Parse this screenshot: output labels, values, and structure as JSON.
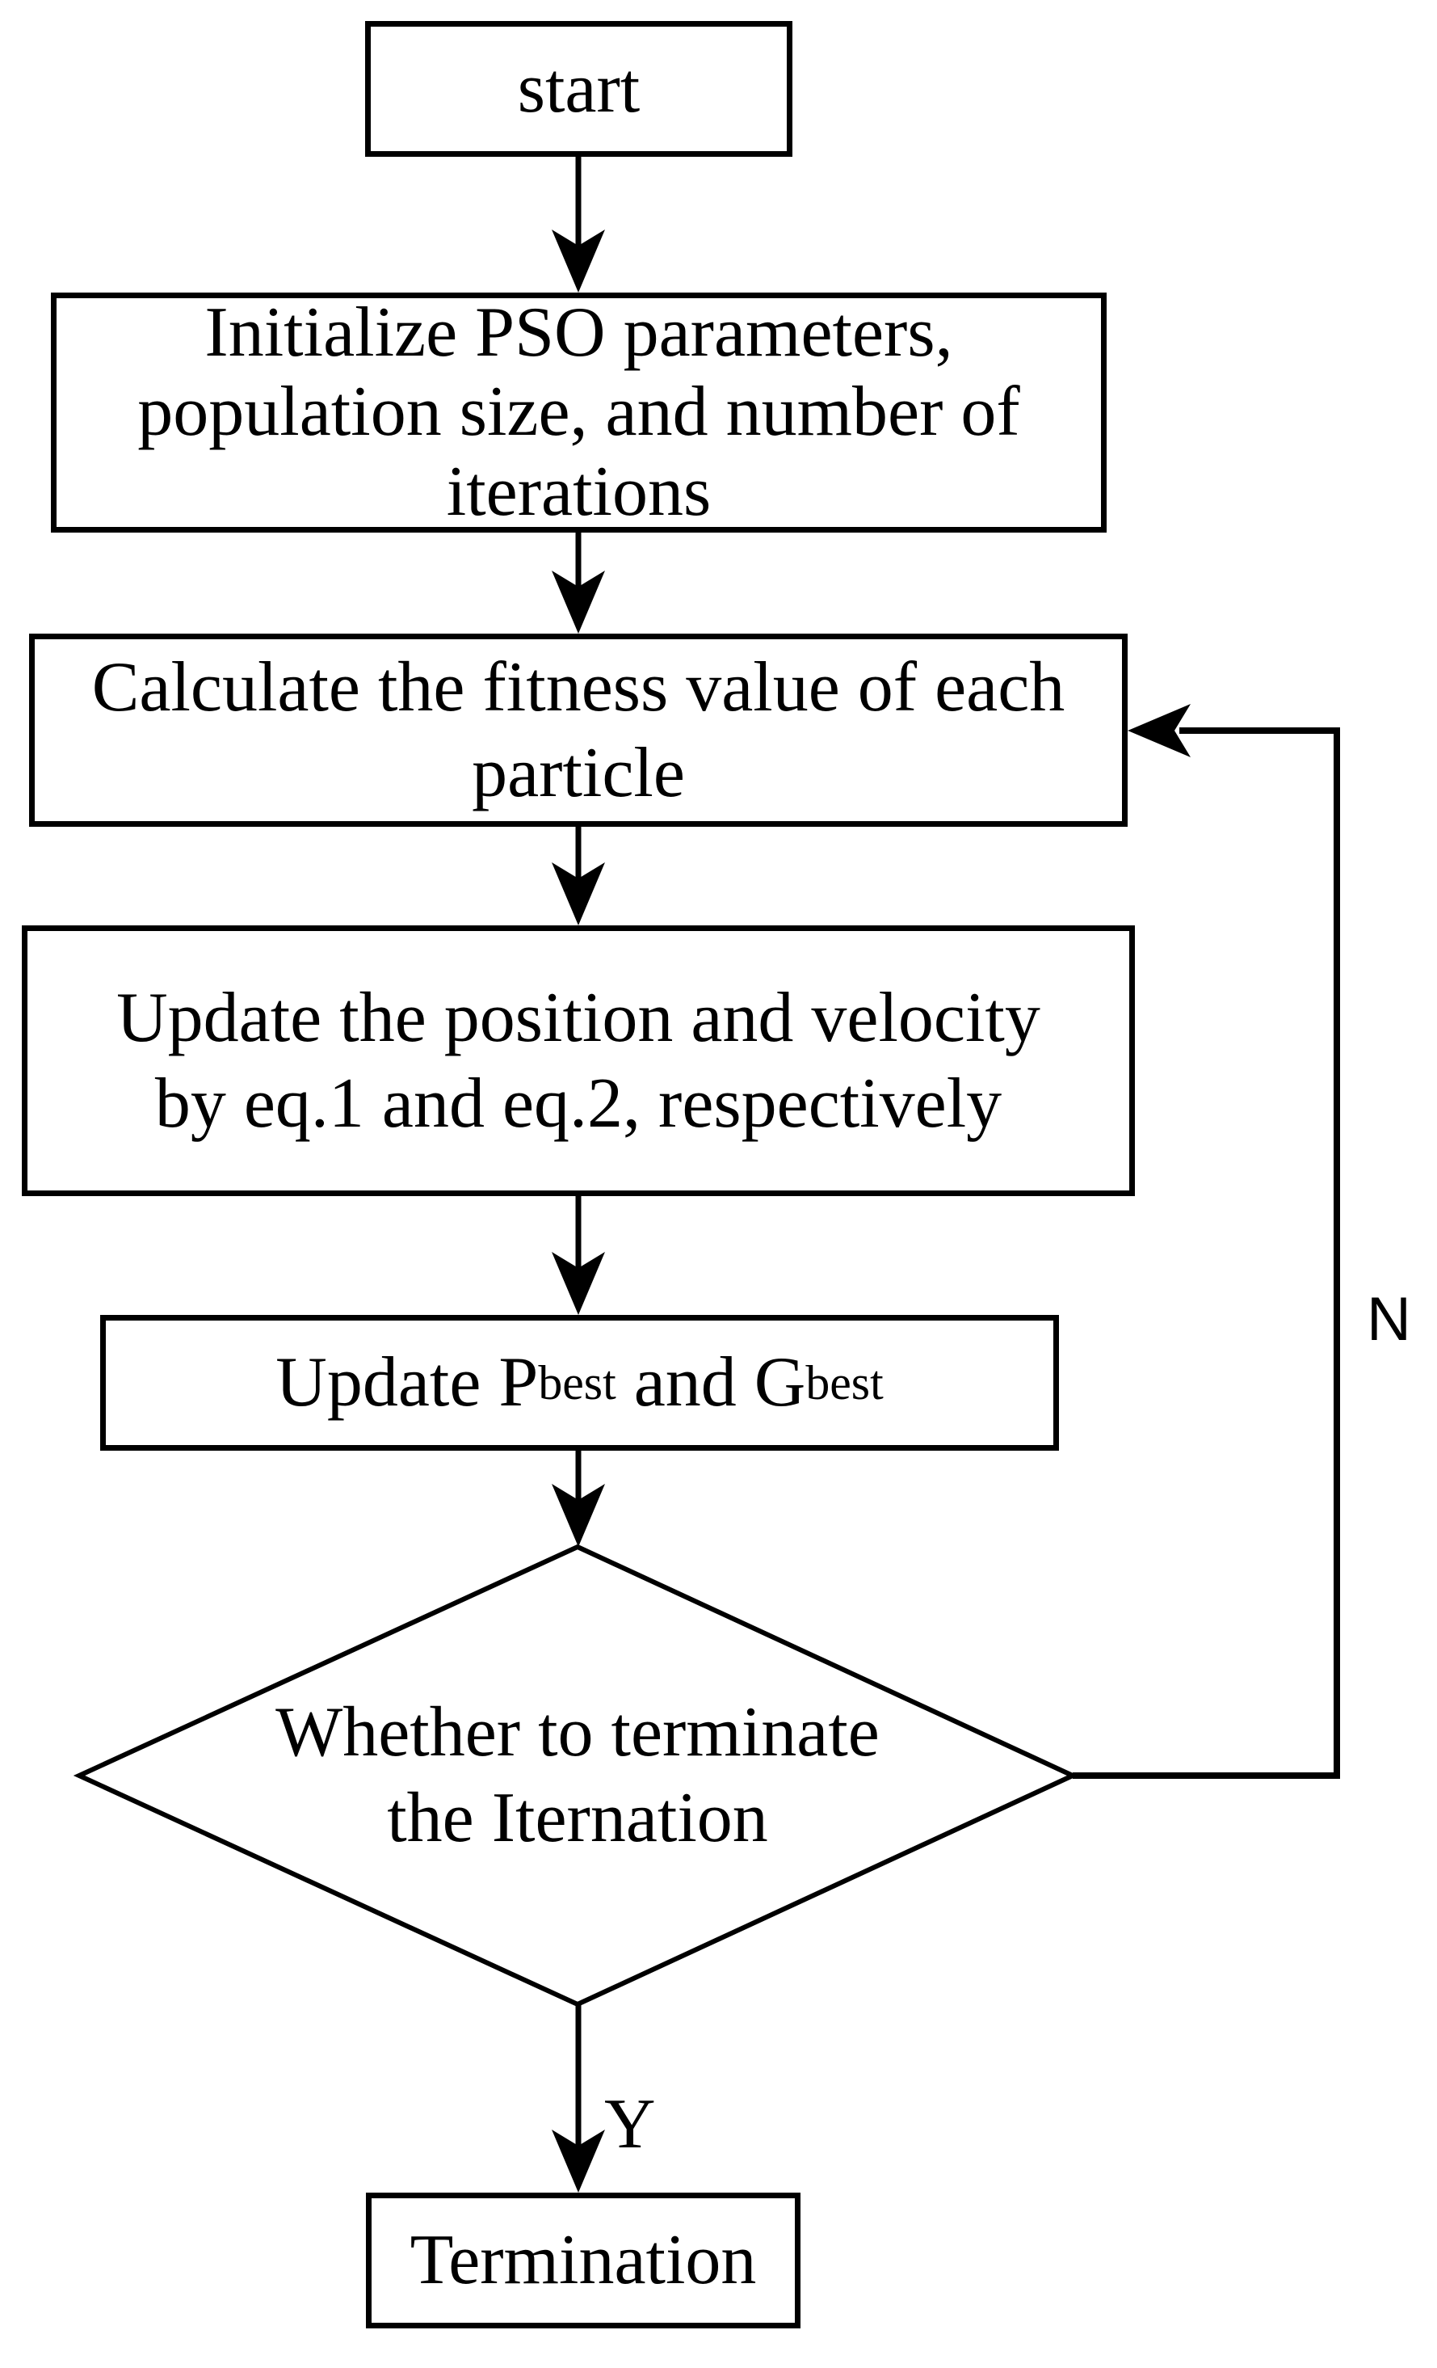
{
  "page": {
    "background_color": "#ffffff",
    "ink_color": "#000000"
  },
  "flowchart": {
    "nodes": {
      "start": {
        "label": "start"
      },
      "initialize": {
        "lines": [
          "Initialize PSO parameters,",
          "population size, and number of",
          "iterations"
        ]
      },
      "calculate": {
        "lines": [
          "Calculate the fitness value of each",
          "particle"
        ]
      },
      "update_motion": {
        "lines": [
          "Update the position and velocity",
          "by eq.1 and eq.2, respectively"
        ]
      },
      "update_best": {
        "prefix": "Update P",
        "sub1": "best",
        "middle": " and G",
        "sub2": "best"
      },
      "decision": {
        "lines": [
          "Whether to terminate",
          "the Iternation"
        ]
      },
      "termination": {
        "label": "Termination"
      }
    },
    "branch_labels": {
      "yes": "Y",
      "no": "N"
    }
  }
}
